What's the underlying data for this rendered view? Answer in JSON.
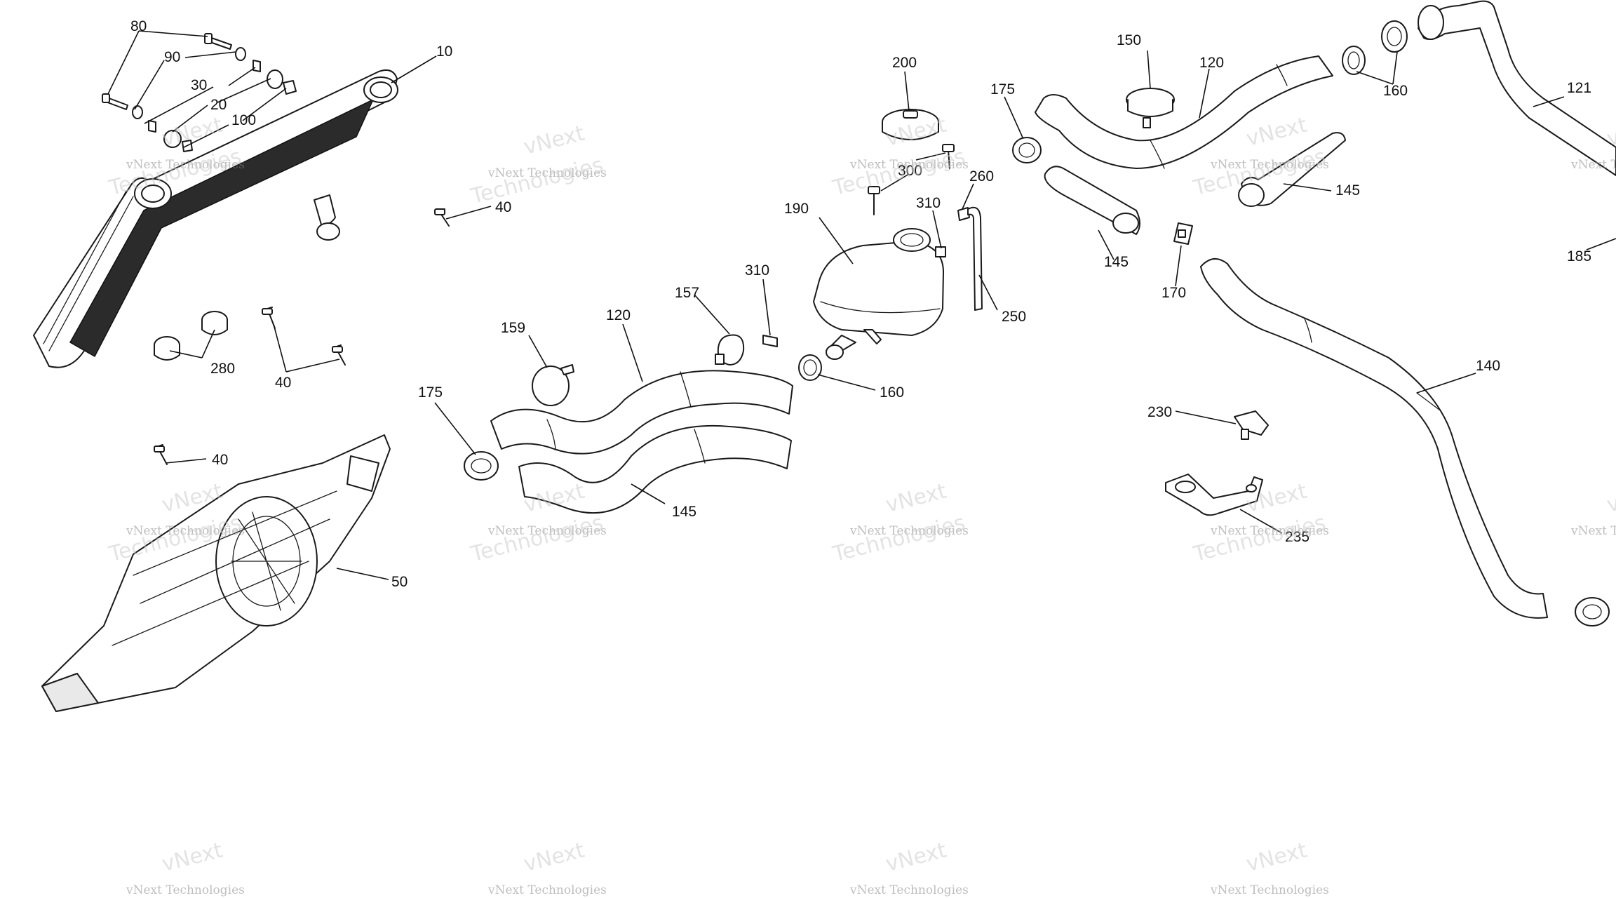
{
  "callouts": [
    {
      "id": "c10",
      "label": "10"
    },
    {
      "id": "c20",
      "label": "20"
    },
    {
      "id": "c30",
      "label": "30"
    },
    {
      "id": "c40a",
      "label": "40"
    },
    {
      "id": "c40b",
      "label": "40"
    },
    {
      "id": "c40c",
      "label": "40"
    },
    {
      "id": "c50",
      "label": "50"
    },
    {
      "id": "c80",
      "label": "80"
    },
    {
      "id": "c90",
      "label": "90"
    },
    {
      "id": "c100",
      "label": "100"
    },
    {
      "id": "c120a",
      "label": "120"
    },
    {
      "id": "c120b",
      "label": "120"
    },
    {
      "id": "c121",
      "label": "121"
    },
    {
      "id": "c140",
      "label": "140"
    },
    {
      "id": "c145a",
      "label": "145"
    },
    {
      "id": "c145b",
      "label": "145"
    },
    {
      "id": "c145c",
      "label": "145"
    },
    {
      "id": "c150",
      "label": "150"
    },
    {
      "id": "c157",
      "label": "157"
    },
    {
      "id": "c159",
      "label": "159"
    },
    {
      "id": "c160a",
      "label": "160"
    },
    {
      "id": "c160b",
      "label": "160"
    },
    {
      "id": "c170",
      "label": "170"
    },
    {
      "id": "c175a",
      "label": "175"
    },
    {
      "id": "c175b",
      "label": "175"
    },
    {
      "id": "c185",
      "label": "185"
    },
    {
      "id": "c190",
      "label": "190"
    },
    {
      "id": "c200",
      "label": "200"
    },
    {
      "id": "c230",
      "label": "230"
    },
    {
      "id": "c235",
      "label": "235"
    },
    {
      "id": "c250",
      "label": "250"
    },
    {
      "id": "c260",
      "label": "260"
    },
    {
      "id": "c280",
      "label": "280"
    },
    {
      "id": "c300",
      "label": "300"
    },
    {
      "id": "c310a",
      "label": "310"
    },
    {
      "id": "c310b",
      "label": "310"
    }
  ],
  "watermark": {
    "line1": "vNext Technologies",
    "line2": "vNext",
    "line3": "Technologies"
  }
}
